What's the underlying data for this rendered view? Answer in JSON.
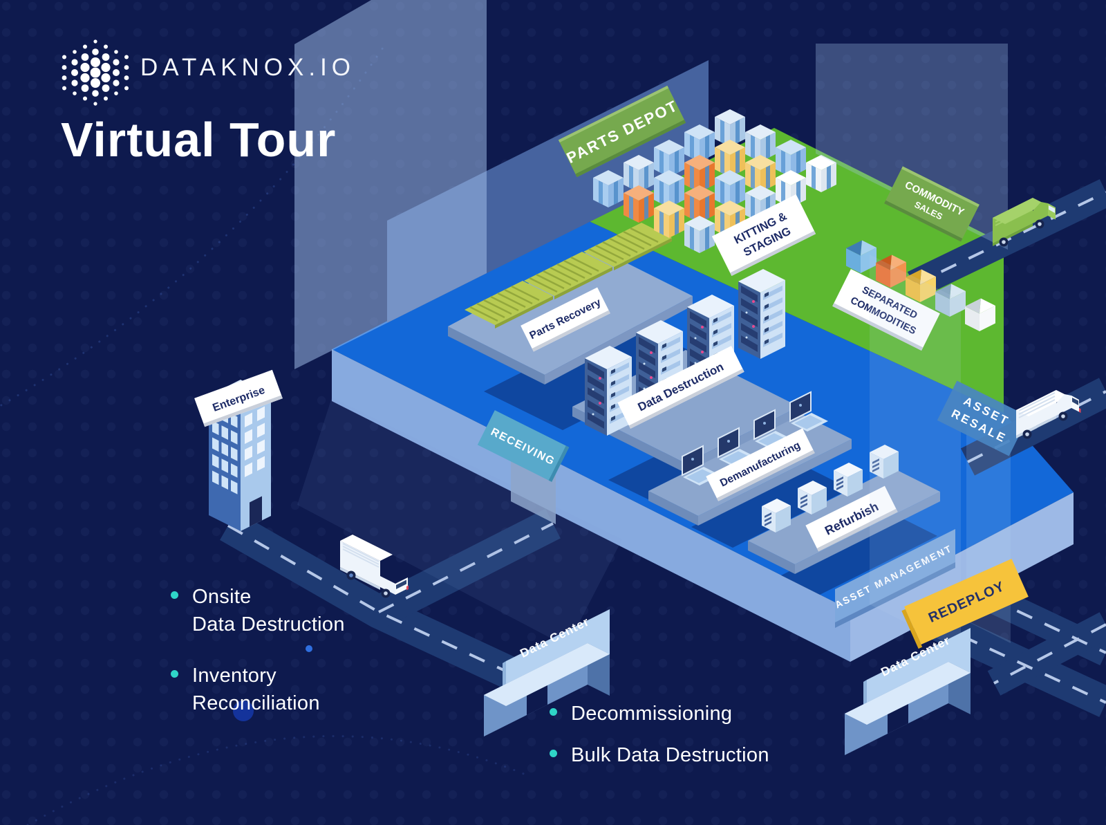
{
  "brand": {
    "name": "DATAKNOX.IO",
    "title": "Virtual Tour"
  },
  "signs": {
    "parts_depot": "PARTS DEPOT",
    "kitting_staging": {
      "line1": "KITTING &",
      "line2": "STAGING"
    },
    "commodity_sales": {
      "line1": "COMMODITY",
      "line2": "SALES"
    },
    "separated_commodities": {
      "line1": "SEPARATED",
      "line2": "COMMODITIES"
    },
    "parts_recovery": "Parts Recovery",
    "data_destruction": "Data Destruction",
    "receiving": "RECEIVING",
    "demanufacturing": "Demanufacturing",
    "refurbish": "Refurbish",
    "asset_management": "ASSET MANAGEMENT",
    "asset_resale": {
      "line1": "ASSET",
      "line2": "RESALE"
    },
    "redeploy": "REDEPLOY",
    "enterprise": "Enterprise",
    "data_center_left": "Data Center",
    "data_center_right": "Data Center"
  },
  "services": {
    "left": [
      "Onsite\nData Destruction",
      "Inventory\nReconciliation"
    ],
    "bottom": [
      "Decommissioning",
      "Bulk Data Destruction"
    ]
  },
  "colors": {
    "background": "#0e1a4e",
    "floor_blue": "#1368d8",
    "floor_green": "#5db830",
    "sign_green": "#76a94e",
    "sign_teal": "#58a9cb",
    "sign_yellow": "#f6c33b",
    "accent_cyan": "#2fd5c8",
    "navy_text": "#1c2a66"
  }
}
